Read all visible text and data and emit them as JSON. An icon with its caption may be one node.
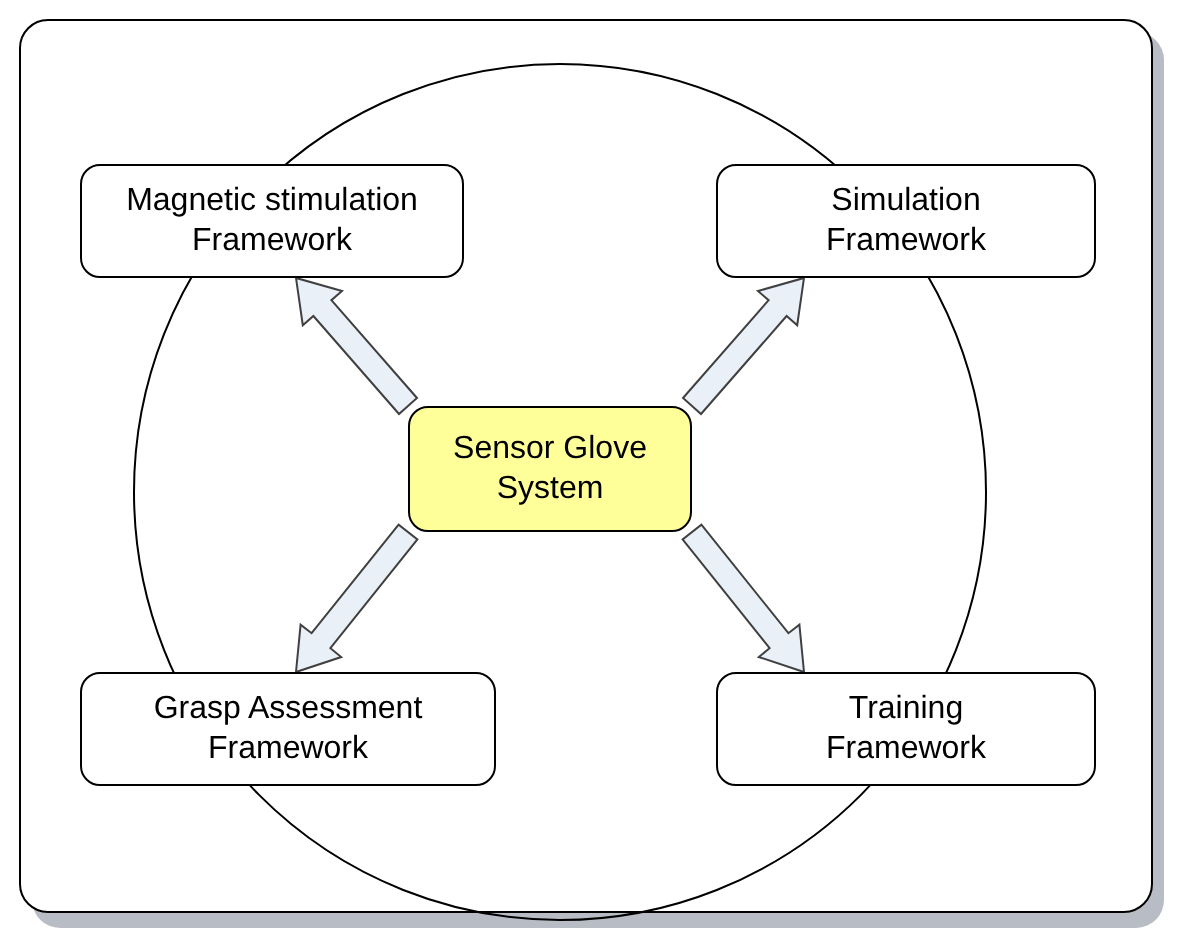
{
  "diagram": {
    "nodes": [
      {
        "text": [
          "Magnetic stimulation Framework"
        ]
      },
      {
        "text": [
          "Simulation Framework"
        ]
      },
      {
        "text": [
          "Sensor Glove System"
        ]
      },
      {
        "text": [
          "Grasp Assessment Framework"
        ]
      },
      {
        "text": [
          "Training Framework"
        ]
      }
    ],
    "edges": [
      {
        "from": 2,
        "to": 0,
        "arrow": "to"
      },
      {
        "from": 2,
        "to": 1,
        "arrow": "to"
      },
      {
        "from": 2,
        "to": 3,
        "arrow": "to"
      },
      {
        "from": 2,
        "to": 4,
        "arrow": "to"
      }
    ]
  }
}
